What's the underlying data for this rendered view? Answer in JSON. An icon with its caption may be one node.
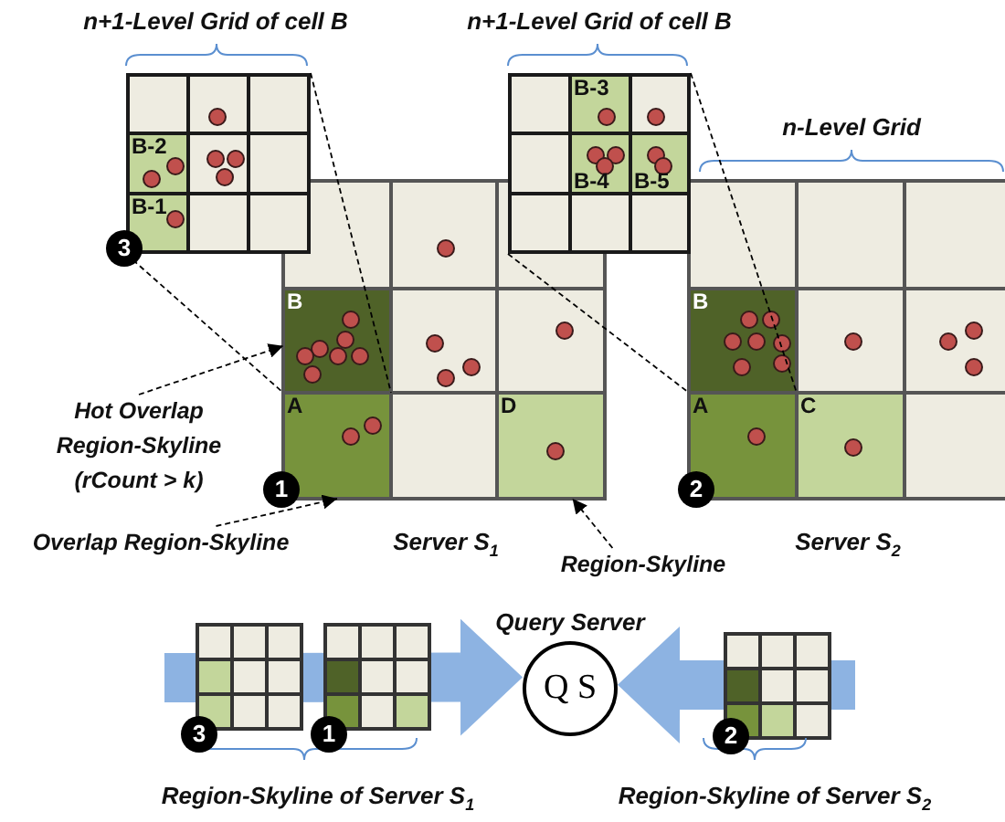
{
  "diagram": {
    "nodes": [
      {
        "text": [],
        "shape": "box"
      },
      {
        "text": [
          "B-2"
        ],
        "in": 0
      },
      {
        "text": [
          "B-1"
        ],
        "in": 0
      },
      {
        "text": [
          "3"
        ]
      },
      {
        "text": [],
        "shape": "box"
      },
      {
        "text": [
          "B-3"
        ],
        "in": 4
      },
      {
        "text": [
          "B-4"
        ],
        "in": 4
      },
      {
        "text": [
          "B-5"
        ],
        "in": 4
      },
      {
        "text": [],
        "shape": "box"
      },
      {
        "text": [
          "B"
        ],
        "in": 8
      },
      {
        "text": [
          "A"
        ],
        "in": 8
      },
      {
        "text": [
          "D"
        ],
        "in": 8
      },
      {
        "text": [],
        "shape": "box"
      },
      {
        "text": [
          "B"
        ],
        "in": 12
      },
      {
        "text": [
          "A"
        ],
        "in": 12
      },
      {
        "text": [
          "C"
        ],
        "in": 12
      },
      {
        "text": [
          "Hot Overlap Region-Skyline (rCount > k)"
        ]
      },
      {
        "text": [
          "1"
        ]
      },
      {
        "text": [
          "Overlap Region-Skyline"
        ]
      },
      {
        "text": [
          "Region-Skyline"
        ]
      },
      {
        "text": [
          "2"
        ]
      },
      {
        "text": [],
        "shape": "box"
      },
      {
        "text": [],
        "shape": "box"
      },
      {
        "text": [
          "Query Server",
          "Q S"
        ]
      },
      {
        "text": [],
        "shape": "box"
      },
      {
        "text": [
          "3"
        ]
      },
      {
        "text": [
          "1"
        ]
      },
      {
        "text": [
          "2"
        ]
      }
    ],
    "edges": [
      {
        "from": 0,
        "to": 9,
        "arrow": "none",
        "style": "dashed"
      },
      {
        "from": 0,
        "to": 9,
        "arrow": "none",
        "style": "dashed"
      },
      {
        "from": 4,
        "to": 13,
        "arrow": "none",
        "style": "dashed"
      },
      {
        "from": 4,
        "to": 13,
        "arrow": "none",
        "style": "dashed"
      },
      {
        "from": 16,
        "to": 9,
        "arrow": "to",
        "style": "dashed"
      },
      {
        "from": 18,
        "to": 10,
        "arrow": "to",
        "style": "dashed"
      },
      {
        "from": 19,
        "to": 11,
        "arrow": "to",
        "style": "dashed"
      },
      {
        "from": null,
        "to": 23,
        "arrow": "to",
        "style": "thick",
        "color": "#8db3e2"
      },
      {
        "from": null,
        "to": 23,
        "arrow": "to",
        "style": "thick",
        "color": "#8db3e2"
      }
    ],
    "labels": [
      "n+1-Level Grid of cell B",
      "n+1-Level Grid of cell B",
      "n-Level Grid",
      "Server S$_{1}$",
      "Server S$_{2}$",
      "Region-Skyline of Server S$_{1}$",
      "Region-Skyline of Server S$_{2}$"
    ]
  }
}
